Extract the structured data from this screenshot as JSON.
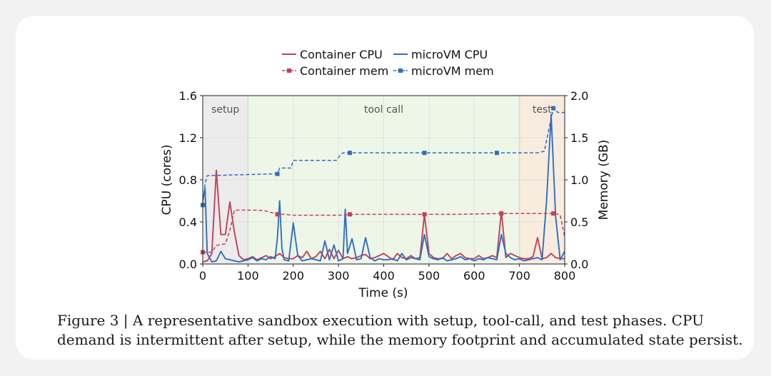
{
  "figure": {
    "caption_line1": "Figure 3 | A representative sandbox execution with setup, tool-call, and test phases.  CPU",
    "caption_line2": "demand is intermittent after setup, while the memory footprint and accumulated state persist."
  },
  "chart_data": {
    "type": "line",
    "xlabel": "Time (s)",
    "ylabel_left": "CPU (cores)",
    "ylabel_right": "Memory (GB)",
    "xlim": [
      0,
      800
    ],
    "ylim_left": [
      0,
      1.6
    ],
    "ylim_right": [
      0,
      2.0
    ],
    "x_ticks": [
      "0",
      "100",
      "200",
      "300",
      "400",
      "500",
      "600",
      "700",
      "800"
    ],
    "y_left_ticks": [
      "0.0",
      "0.4",
      "0.8",
      "1.2",
      "1.6"
    ],
    "y_right_ticks": [
      "0.0",
      "0.5",
      "1.0",
      "1.5",
      "2.0"
    ],
    "grid": true,
    "legend_position": "top-center",
    "phases": [
      {
        "label": "setup",
        "start": 0,
        "end": 100,
        "color": "#ececec"
      },
      {
        "label": "tool call",
        "start": 100,
        "end": 700,
        "color": "#eef6e8"
      },
      {
        "label": "test",
        "start": 700,
        "end": 800,
        "color": "#f8ecdf"
      }
    ],
    "series": [
      {
        "name": "Container CPU",
        "axis": "left",
        "style": "solid",
        "color": "#c2415a",
        "x": [
          0,
          10,
          20,
          30,
          40,
          50,
          60,
          70,
          80,
          90,
          100,
          110,
          120,
          130,
          140,
          150,
          160,
          170,
          180,
          190,
          200,
          210,
          220,
          230,
          240,
          250,
          260,
          270,
          280,
          290,
          300,
          310,
          320,
          330,
          340,
          350,
          360,
          370,
          380,
          390,
          400,
          410,
          420,
          430,
          440,
          450,
          460,
          470,
          480,
          490,
          500,
          510,
          520,
          530,
          540,
          550,
          560,
          570,
          580,
          590,
          600,
          610,
          620,
          630,
          640,
          650,
          660,
          670,
          680,
          690,
          700,
          710,
          720,
          730,
          740,
          750,
          760,
          770,
          780,
          790,
          800
        ],
        "y": [
          0.02,
          0.03,
          0.1,
          0.89,
          0.28,
          0.28,
          0.59,
          0.3,
          0.08,
          0.04,
          0.05,
          0.07,
          0.04,
          0.06,
          0.08,
          0.05,
          0.07,
          0.1,
          0.06,
          0.05,
          0.05,
          0.08,
          0.06,
          0.12,
          0.05,
          0.07,
          0.12,
          0.05,
          0.14,
          0.05,
          0.13,
          0.05,
          0.07,
          0.05,
          0.06,
          0.08,
          0.09,
          0.05,
          0.06,
          0.08,
          0.1,
          0.07,
          0.04,
          0.1,
          0.06,
          0.05,
          0.08,
          0.05,
          0.06,
          0.47,
          0.1,
          0.06,
          0.05,
          0.05,
          0.1,
          0.05,
          0.08,
          0.1,
          0.06,
          0.05,
          0.05,
          0.08,
          0.05,
          0.06,
          0.08,
          0.06,
          0.5,
          0.06,
          0.1,
          0.08,
          0.06,
          0.05,
          0.05,
          0.07,
          0.25,
          0.05,
          0.06,
          0.1,
          0.06,
          0.05,
          0.05
        ]
      },
      {
        "name": "microVM CPU",
        "axis": "left",
        "style": "solid",
        "color": "#2f6fc1",
        "x": [
          0,
          5,
          10,
          20,
          30,
          40,
          50,
          60,
          70,
          80,
          90,
          100,
          110,
          120,
          130,
          140,
          150,
          160,
          165,
          170,
          175,
          180,
          190,
          200,
          210,
          220,
          230,
          240,
          250,
          260,
          270,
          280,
          290,
          300,
          310,
          315,
          320,
          330,
          340,
          350,
          360,
          370,
          380,
          390,
          400,
          410,
          420,
          430,
          440,
          450,
          460,
          470,
          480,
          490,
          500,
          510,
          520,
          530,
          540,
          550,
          560,
          570,
          580,
          590,
          600,
          610,
          620,
          630,
          640,
          650,
          660,
          670,
          680,
          690,
          700,
          710,
          720,
          730,
          740,
          750,
          760,
          770,
          780,
          790,
          800
        ],
        "y": [
          0.6,
          0.72,
          0.1,
          0.02,
          0.03,
          0.12,
          0.05,
          0.04,
          0.03,
          0.02,
          0.03,
          0.04,
          0.06,
          0.03,
          0.05,
          0.04,
          0.07,
          0.05,
          0.25,
          0.6,
          0.15,
          0.04,
          0.03,
          0.39,
          0.08,
          0.03,
          0.04,
          0.05,
          0.04,
          0.03,
          0.22,
          0.04,
          0.18,
          0.03,
          0.05,
          0.52,
          0.1,
          0.24,
          0.04,
          0.05,
          0.25,
          0.06,
          0.03,
          0.05,
          0.04,
          0.04,
          0.05,
          0.03,
          0.1,
          0.04,
          0.06,
          0.05,
          0.04,
          0.28,
          0.07,
          0.05,
          0.04,
          0.06,
          0.03,
          0.04,
          0.05,
          0.07,
          0.04,
          0.05,
          0.03,
          0.05,
          0.04,
          0.06,
          0.05,
          0.04,
          0.28,
          0.1,
          0.06,
          0.04,
          0.05,
          0.03,
          0.04,
          0.05,
          0.06,
          0.04,
          0.6,
          1.42,
          0.45,
          0.04,
          0.12
        ]
      },
      {
        "name": "Container mem",
        "axis": "right",
        "style": "dashed",
        "color": "#c2415a",
        "x": [
          0,
          10,
          20,
          30,
          50,
          60,
          70,
          100,
          120,
          140,
          165,
          180,
          200,
          220,
          260,
          300,
          340,
          400,
          490,
          560,
          660,
          700,
          740,
          780,
          790,
          800
        ],
        "y": [
          0.14,
          0.14,
          0.14,
          0.22,
          0.24,
          0.4,
          0.64,
          0.64,
          0.64,
          0.63,
          0.59,
          0.59,
          0.58,
          0.58,
          0.58,
          0.58,
          0.59,
          0.59,
          0.59,
          0.59,
          0.6,
          0.6,
          0.6,
          0.6,
          0.58,
          0.32
        ],
        "marker_x": [
          0,
          165,
          325,
          490,
          660,
          775
        ],
        "marker_y": [
          0.14,
          0.59,
          0.59,
          0.59,
          0.6,
          0.6
        ]
      },
      {
        "name": "microVM mem",
        "axis": "right",
        "style": "dashed",
        "color": "#2f6fc1",
        "x": [
          0,
          5,
          10,
          15,
          160,
          165,
          170,
          195,
          200,
          205,
          250,
          295,
          305,
          310,
          325,
          400,
          500,
          600,
          700,
          740,
          755,
          765,
          775,
          785,
          800
        ],
        "y": [
          0.7,
          0.95,
          1.05,
          1.05,
          1.07,
          1.07,
          1.14,
          1.14,
          1.23,
          1.23,
          1.23,
          1.23,
          1.3,
          1.32,
          1.32,
          1.32,
          1.32,
          1.32,
          1.32,
          1.32,
          1.34,
          1.6,
          1.85,
          1.8,
          1.8
        ],
        "marker_x": [
          0,
          165,
          325,
          490,
          650,
          775
        ],
        "marker_y": [
          0.7,
          1.07,
          1.32,
          1.32,
          1.32,
          1.85
        ]
      }
    ]
  }
}
